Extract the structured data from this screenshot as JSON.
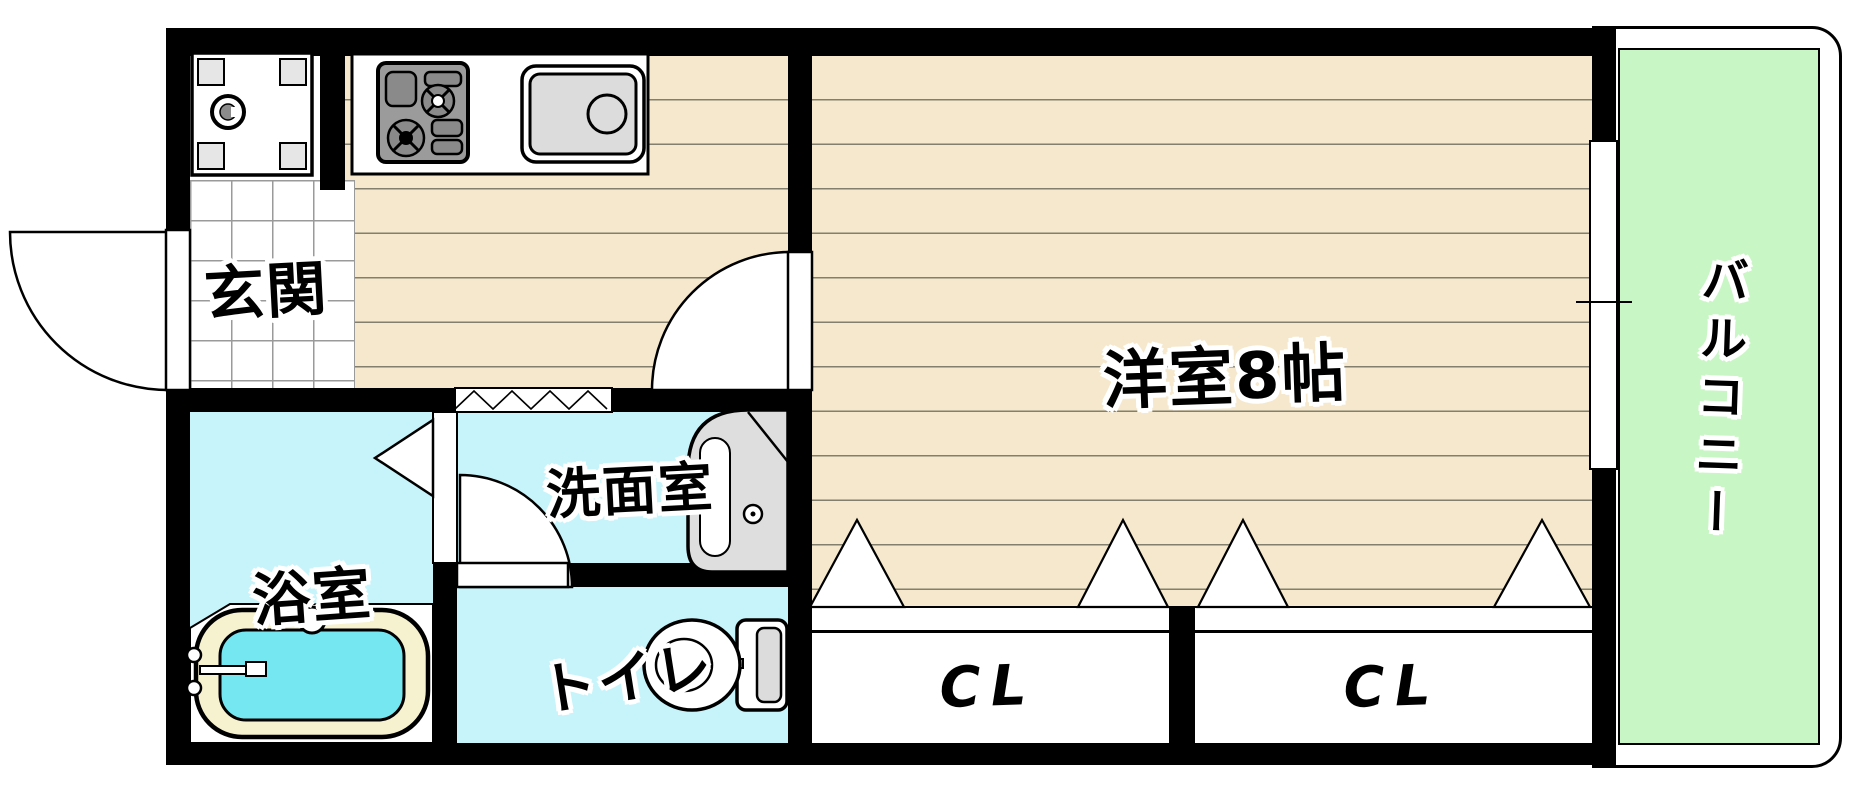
{
  "title": "1K apartment floor plan",
  "colors": {
    "wall": "#000000",
    "wood_floor": "#F5E8CC",
    "plank_line": "#847E6C",
    "tile_line": "#9A9A9A",
    "wet_floor": "#C7F4FA",
    "tub_water": "#74E7F0",
    "tub_rim": "#F6F1CE",
    "balcony_floor": "#C9F6C5",
    "counter_gray": "#DCDCDC",
    "stove_body": "#9B9B9B",
    "stove_panel": "#8A8A8A",
    "pad_gray": "#E6E6E6",
    "basin_gray": "#DEDEDE",
    "halo": "#FFFFFF",
    "ink": "#000000"
  },
  "rooms": {
    "genkan": {
      "label": "玄関"
    },
    "living": {
      "label": "洋室8帖"
    },
    "washroom": {
      "label": "洗面室"
    },
    "bathroom": {
      "label": "浴室"
    },
    "toilet": {
      "label": "トイレ"
    },
    "closet_left": {
      "label": "CL"
    },
    "closet_right": {
      "label": "CL"
    },
    "balcony": {
      "label": "バルコニー"
    }
  },
  "fixtures": {
    "laundry_pan": "washing-machine-pan",
    "stove": "gas-stove",
    "sink": "kitchen-sink",
    "bathtub": "bathtub",
    "washbasin": "vanity-basin",
    "toilet_unit": "toilet-bowl-and-tank",
    "window": "sliding-window",
    "entrance_door": "entrance-swing-door",
    "room_door": "room-swing-door",
    "washroom_door": "washroom-swing-door",
    "bath_door": "bathroom-folding-door",
    "kitchen_partition": "accordion-partition",
    "closet_door_markers": 4
  }
}
